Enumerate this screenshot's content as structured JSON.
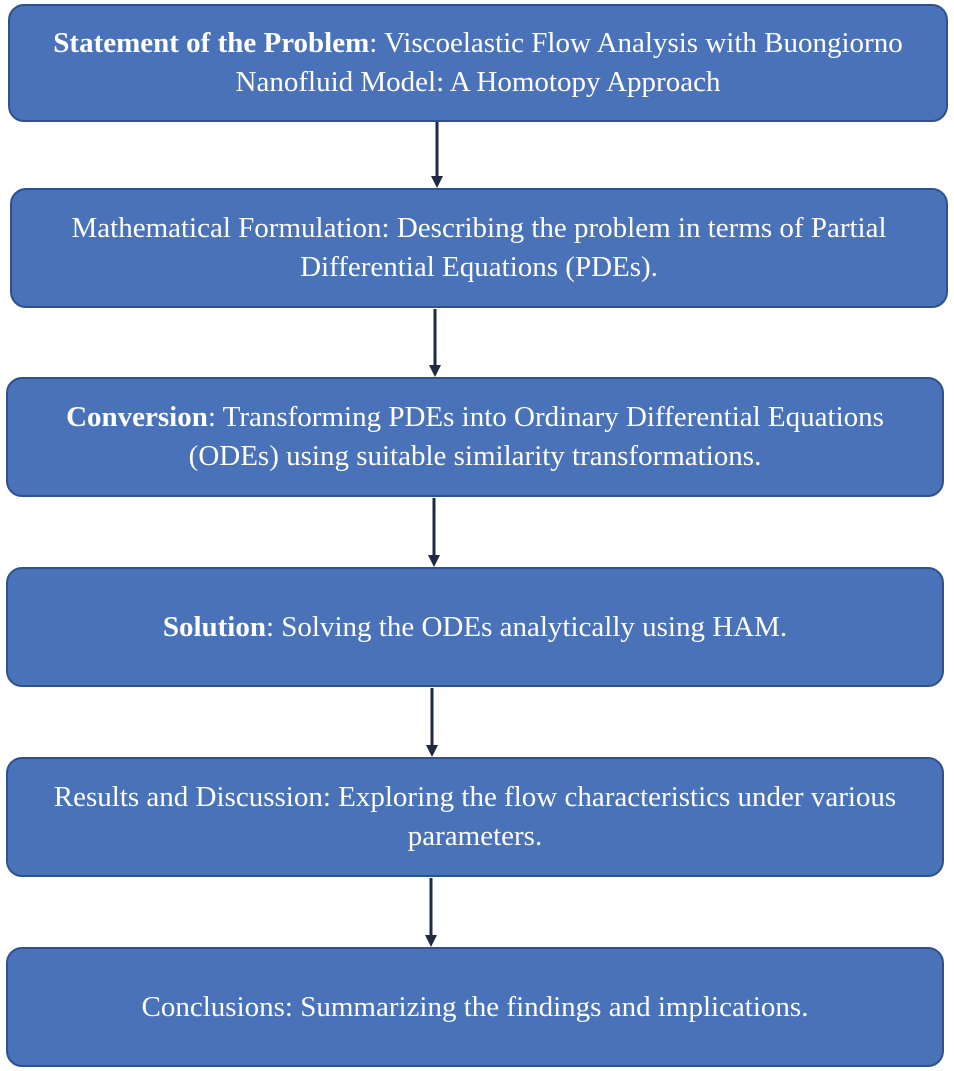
{
  "steps": [
    {
      "bold": "Statement of the Problem",
      "rest": ": Viscoelastic Flow Analysis with Buongiorno Nanofluid Model: A Homotopy Approach"
    },
    {
      "bold": "",
      "rest": "Mathematical Formulation: Describing the problem in terms of Partial Differential Equations (PDEs)."
    },
    {
      "bold": "Conversion",
      "rest": ": Transforming PDEs into Ordinary Differential Equations (ODEs) using suitable similarity transformations."
    },
    {
      "bold": "Solution",
      "rest": ": Solving the ODEs analytically using HAM."
    },
    {
      "bold": "",
      "rest": "Results and Discussion: Exploring the flow characteristics under various parameters."
    },
    {
      "bold": "",
      "rest": "Conclusions: Summarizing the findings and implications."
    }
  ],
  "colors": {
    "box_fill": "#4a72b8",
    "box_border": "#2f528f",
    "text": "#ffffff",
    "arrow": "#1f2a44"
  }
}
